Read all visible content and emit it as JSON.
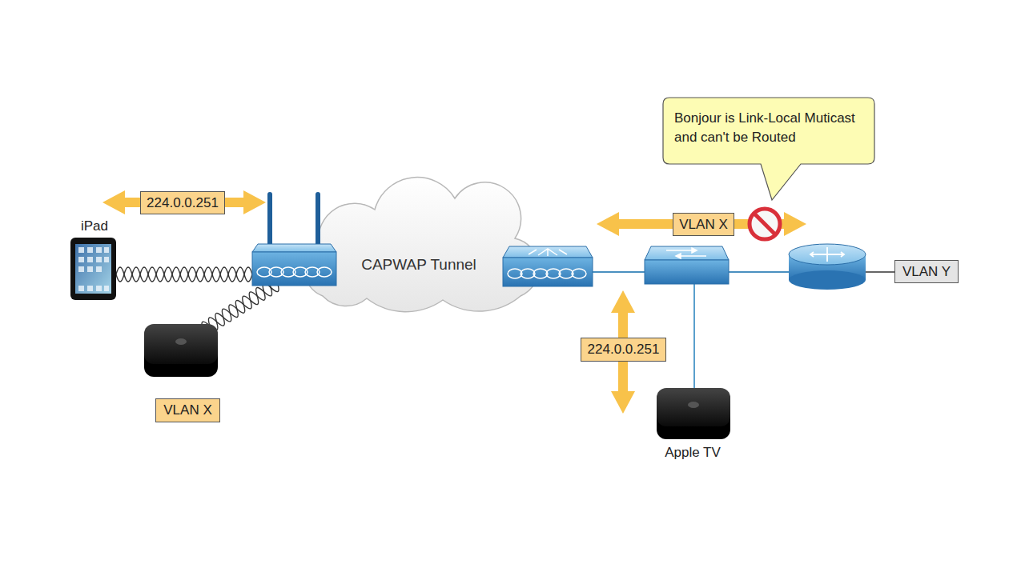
{
  "diagram": {
    "nodes": [
      {
        "text": [
          "Bonjour is Link-Local Muticast and can't be Routed"
        ]
      },
      {
        "text": [
          "224.0.0.251"
        ]
      },
      {
        "text": [
          "VLAN X"
        ]
      },
      {
        "text": [
          "CAPWAP Tunnel"
        ]
      },
      {
        "text": [
          "VLAN Y"
        ]
      },
      {
        "text": [
          "224.0.0.251"
        ]
      },
      {
        "text": [
          "VLAN X"
        ]
      }
    ],
    "labels": [
      "iPad",
      "Apple TV"
    ]
  }
}
